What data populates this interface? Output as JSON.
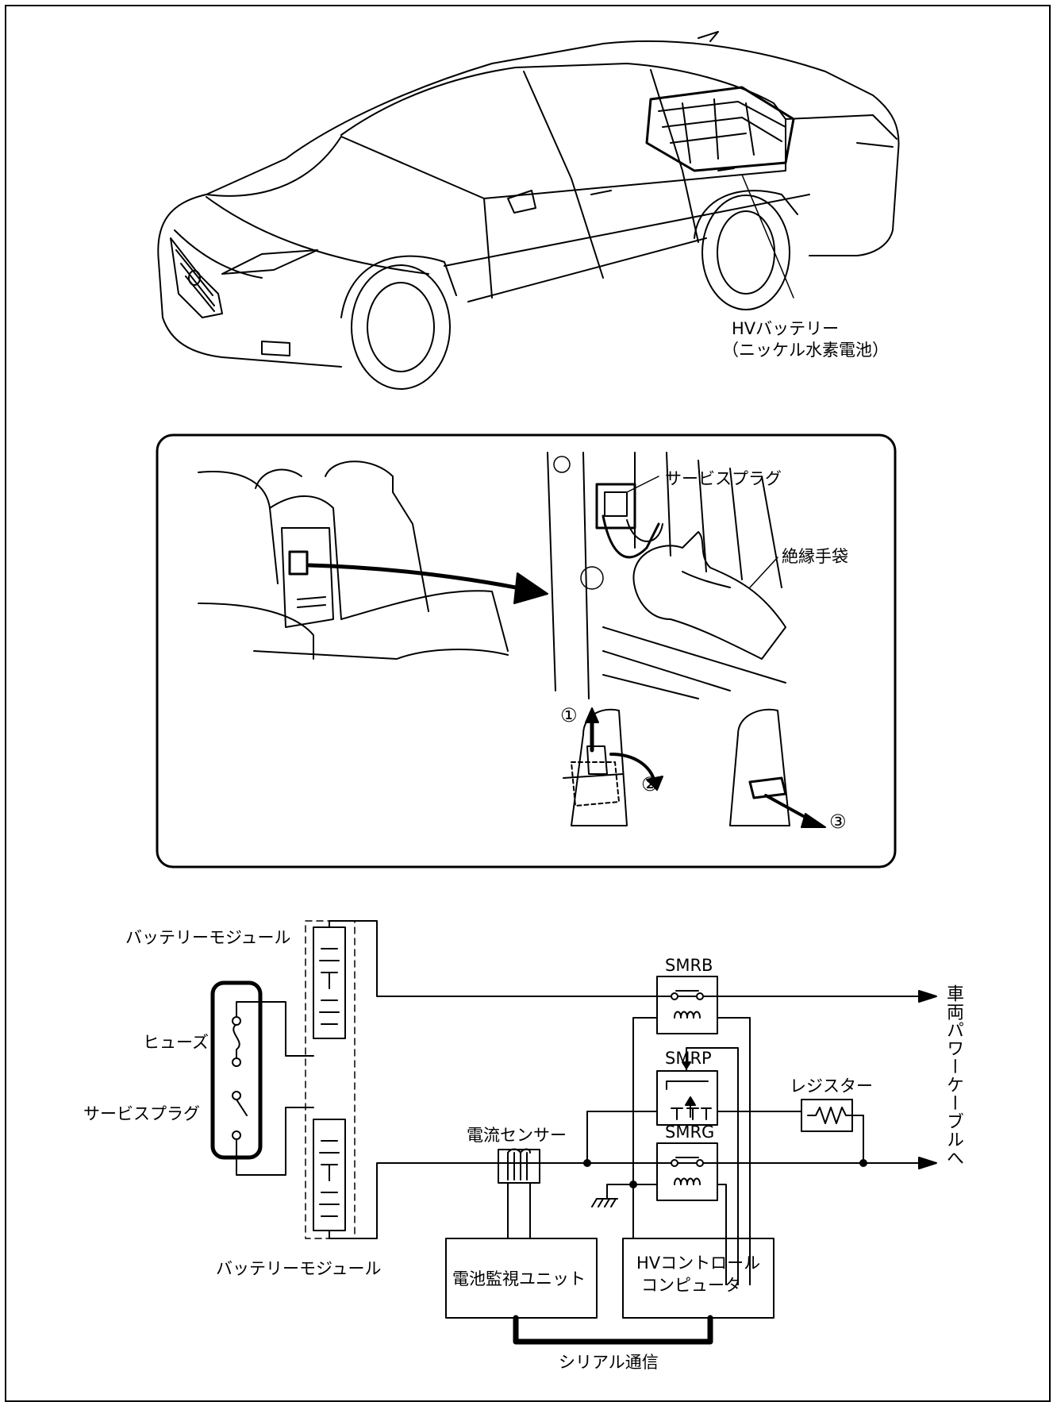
{
  "car": {
    "battery_label": "HVバッテリー",
    "battery_sub": "（ニッケル水素電池）"
  },
  "detail": {
    "service_plug": "サービスプラグ",
    "gloves": "絶縁手袋",
    "step1": "①",
    "step2": "②",
    "step3": "③"
  },
  "circuit": {
    "module_top": "バッテリーモジュール",
    "module_bottom": "バッテリーモジュール",
    "fuse": "ヒューズ",
    "service_plug": "サービスプラグ",
    "smrb": "SMRB",
    "smrp": "SMRP",
    "smrg": "SMRG",
    "resistor": "レジスター",
    "current_sensor": "電流センサー",
    "battery_monitor": "電池監視ユニット",
    "hv_control_line1": "HVコントロール",
    "hv_control_line2": "コンピュータ",
    "serial": "シリアル通信",
    "to_cable": "車両パワーケーブルへ"
  }
}
